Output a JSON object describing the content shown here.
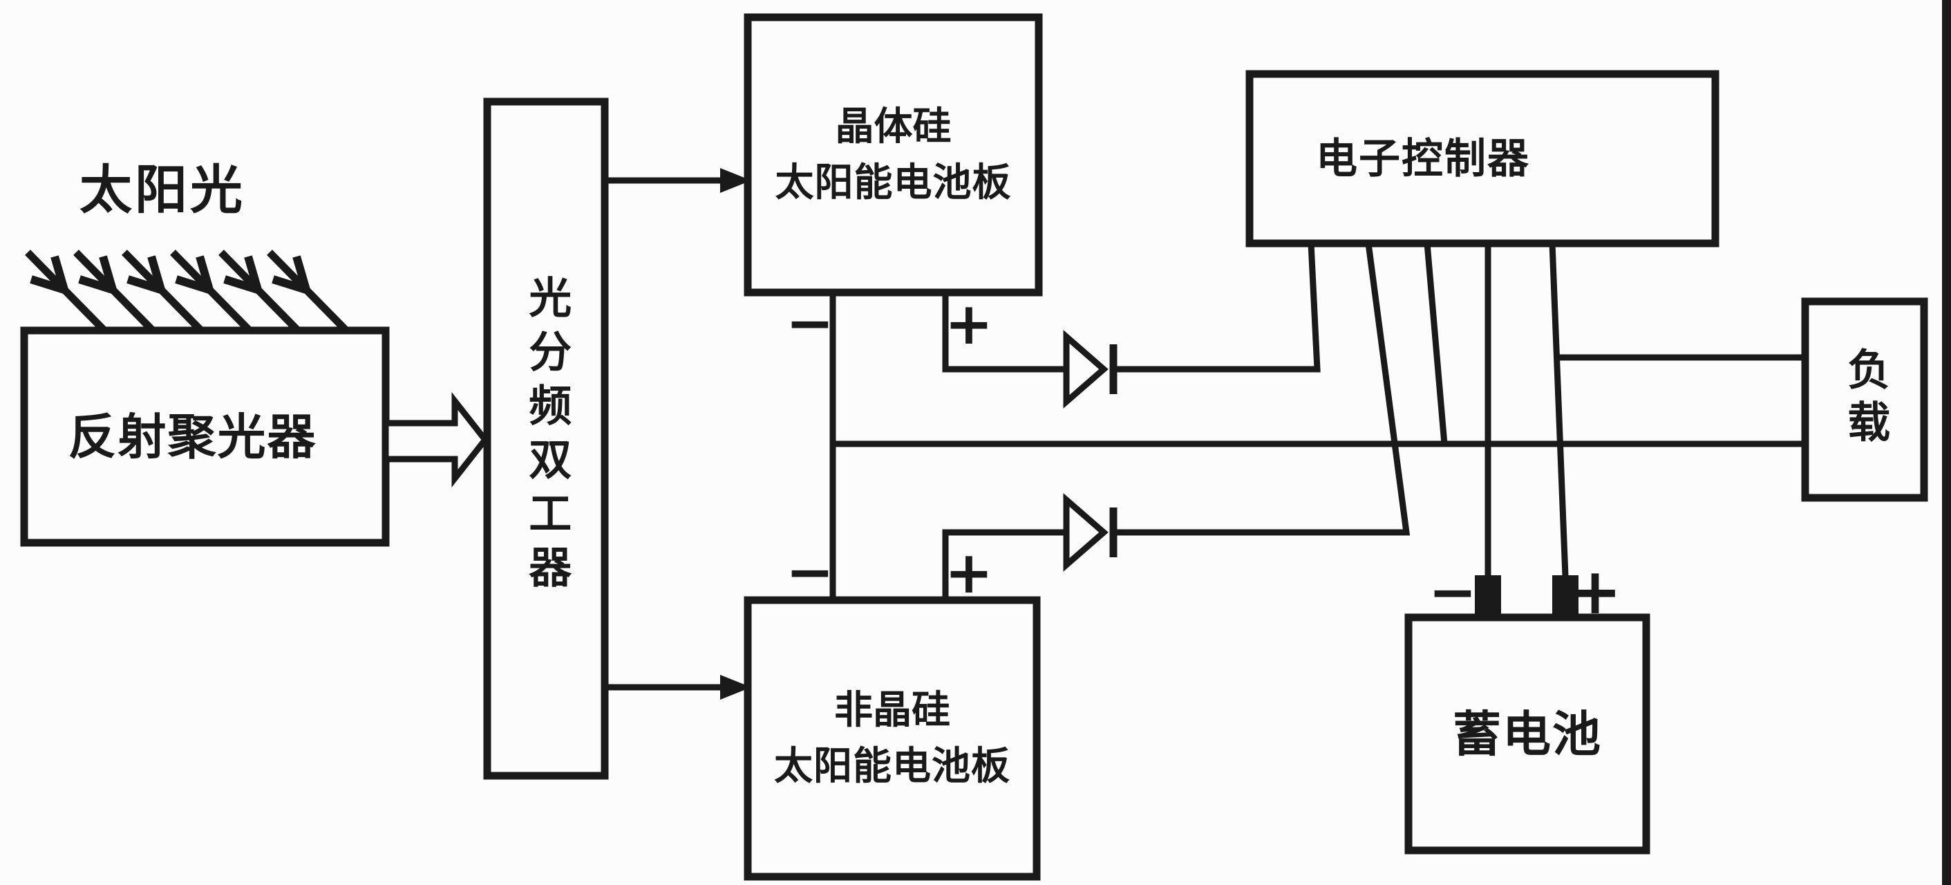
{
  "colors": {
    "ink": "#1a1a1a",
    "paper": "#fcfcfc"
  },
  "diagram": {
    "sunlight_label": "太阳光",
    "nodes": {
      "reflector": {
        "label": "反射聚光器"
      },
      "duplexer": {
        "label": "光分频双工器"
      },
      "crystalline_panel": {
        "lines": [
          "晶体硅",
          "太阳能电池板"
        ]
      },
      "amorphous_panel": {
        "lines": [
          "非晶硅",
          "太阳能电池板"
        ]
      },
      "controller": {
        "label": "电子控制器"
      },
      "battery": {
        "label": "蓄电池"
      },
      "load": {
        "label": "负载"
      }
    },
    "polarity": {
      "crystalline_minus": "−",
      "crystalline_plus": "+",
      "amorphous_minus": "−",
      "amorphous_plus": "+",
      "battery_minus": "−",
      "battery_plus": "+"
    }
  }
}
